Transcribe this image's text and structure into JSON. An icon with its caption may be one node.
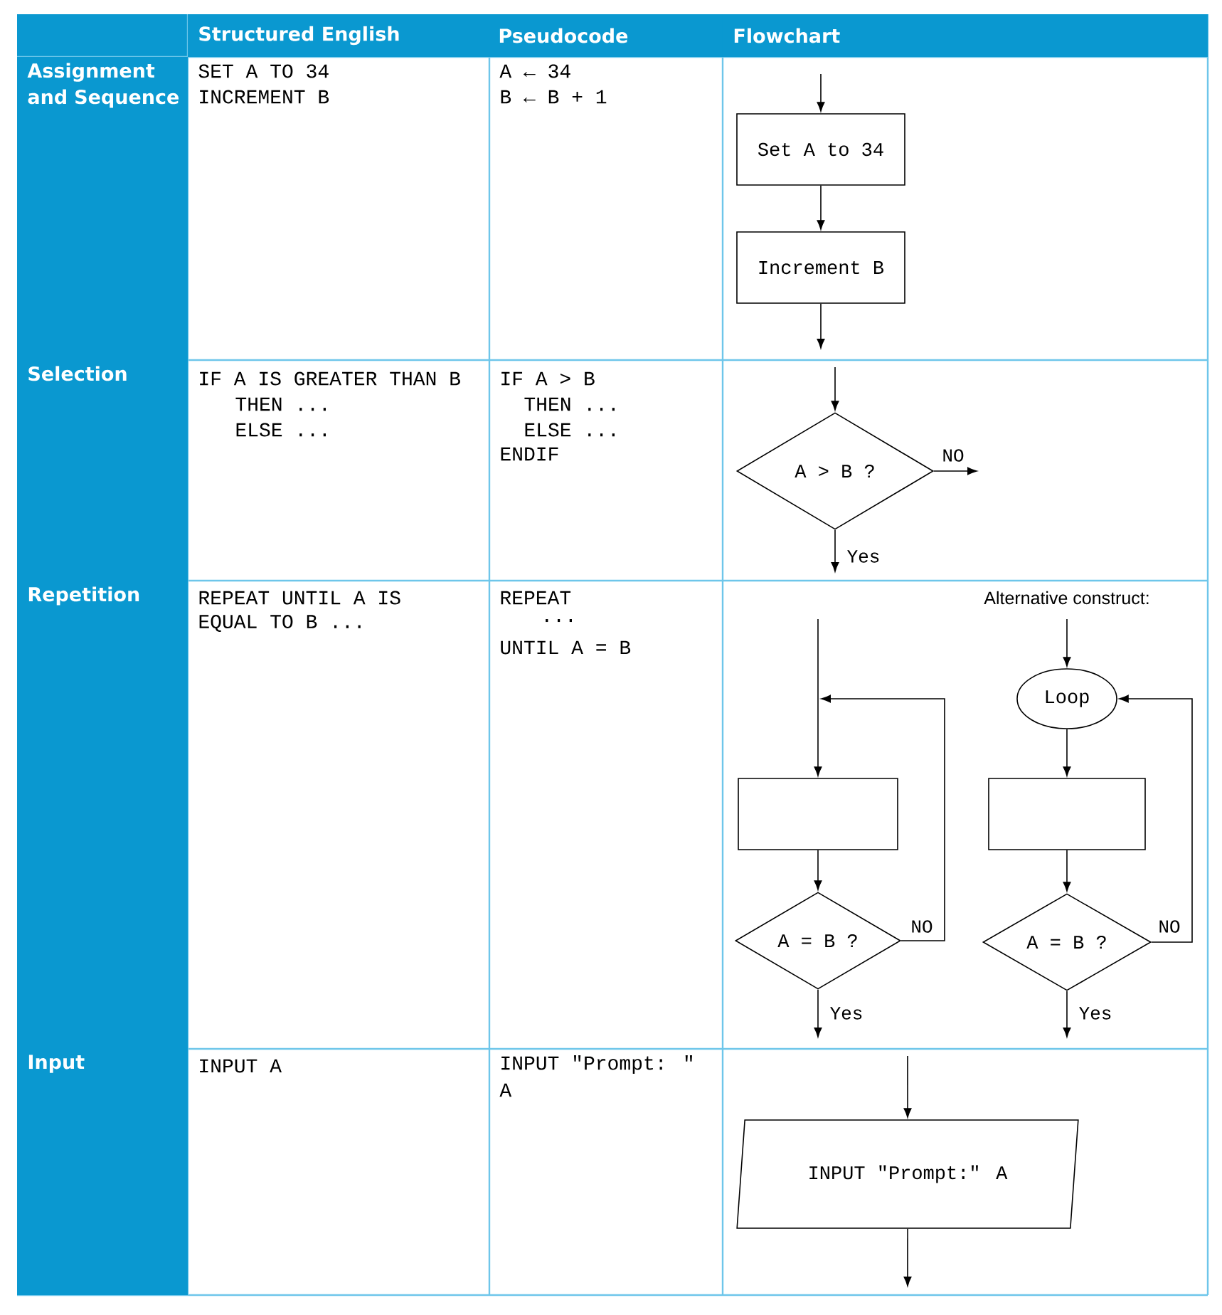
{
  "diagram": {
    "nodes": [
      {
        "text": [
          "Set A to 34"
        ]
      },
      {
        "text": [
          "Increment B"
        ]
      },
      {
        "text": [
          "A > B ?"
        ]
      },
      {
        "text": [],
        "shape": "box"
      },
      {
        "text": [
          "A = B ?"
        ]
      },
      {
        "text": [
          "Loop"
        ]
      },
      {
        "text": [],
        "shape": "box"
      },
      {
        "text": [
          "A = B ?"
        ]
      },
      {
        "text": [
          "INPUT \"Prompt:\" A"
        ]
      }
    ],
    "edges": [
      {
        "from": null,
        "to": 0,
        "arrow": "to"
      },
      {
        "from": 0,
        "to": 1,
        "arrow": "to"
      },
      {
        "from": 1,
        "to": null,
        "arrow": "to"
      },
      {
        "from": null,
        "to": 2,
        "arrow": "to"
      },
      {
        "from": 2,
        "to": null,
        "arrow": "to",
        "label": "NO"
      },
      {
        "from": 2,
        "to": null,
        "arrow": "to",
        "label": "Yes"
      },
      {
        "from": null,
        "to": 3,
        "arrow": "to"
      },
      {
        "from": 3,
        "to": 4,
        "arrow": "to"
      },
      {
        "from": 4,
        "to": null,
        "arrow": "to",
        "label": "NO"
      },
      {
        "from": 4,
        "to": null,
        "arrow": "to",
        "label": "Yes"
      },
      {
        "from": null,
        "to": 5,
        "arrow": "to"
      },
      {
        "from": 5,
        "to": 6,
        "arrow": "to"
      },
      {
        "from": 6,
        "to": 7,
        "arrow": "to"
      },
      {
        "from": 7,
        "to": 5,
        "arrow": "to",
        "label": "NO"
      },
      {
        "from": 7,
        "to": null,
        "arrow": "to",
        "label": "Yes"
      },
      {
        "from": null,
        "to": 8,
        "arrow": "to"
      },
      {
        "from": 8,
        "to": null,
        "arrow": "to"
      }
    ],
    "labels": [
      "Structured English",
      "Pseudocode",
      "Flowchart",
      "Assignment and Sequence",
      "SET A TO 34",
      "INCREMENT B",
      "A ← 34",
      "B ← B + 1",
      "Selection",
      "IF A IS GREATER THAN B",
      "THEN ...",
      "ELSE ...",
      "IF A > B",
      "THEN ...",
      "ELSE ...",
      "ENDIF",
      "Repetition",
      "REPEAT UNTIL A IS",
      "EQUAL TO B ...",
      "REPEAT",
      "...",
      "UNTIL A = B",
      "Alternative construct:",
      "Input",
      "INPUT A",
      "INPUT \"Prompt: \"",
      "A"
    ]
  }
}
